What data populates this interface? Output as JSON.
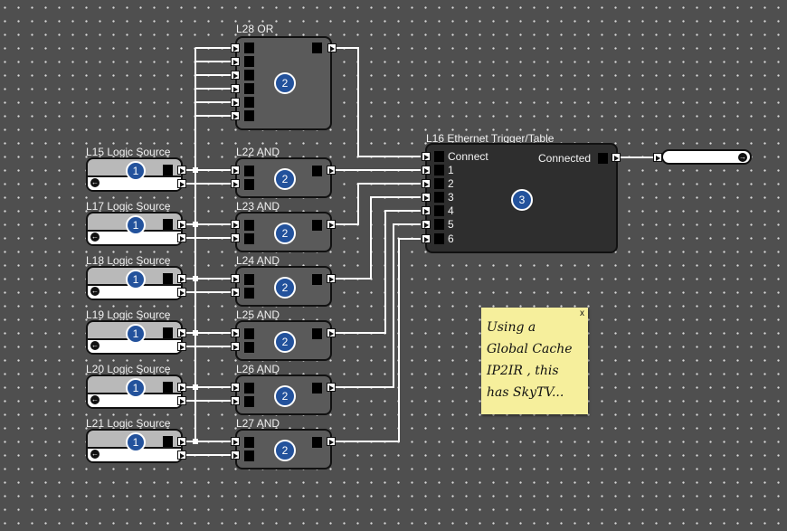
{
  "canvas": {
    "background": "#4f4f4f",
    "grid_dot_color": "#d8d8d8"
  },
  "or_block": {
    "label": "L28  OR",
    "badge": "2",
    "input_count": 6
  },
  "logic_sources": [
    {
      "label": "L15  Logic Source",
      "badge": "1"
    },
    {
      "label": "L17  Logic Source",
      "badge": "1"
    },
    {
      "label": "L18  Logic Source",
      "badge": "1"
    },
    {
      "label": "L19  Logic Source",
      "badge": "1"
    },
    {
      "label": "L20  Logic Source",
      "badge": "1"
    },
    {
      "label": "L21  Logic Source",
      "badge": "1"
    }
  ],
  "and_blocks": [
    {
      "label": "L22  AND",
      "badge": "2"
    },
    {
      "label": "L23  AND",
      "badge": "2"
    },
    {
      "label": "L24  AND",
      "badge": "2"
    },
    {
      "label": "L25  AND",
      "badge": "2"
    },
    {
      "label": "L26  AND",
      "badge": "2"
    },
    {
      "label": "L27  AND",
      "badge": "2"
    }
  ],
  "ethernet_block": {
    "label": "L16  Ethernet Trigger/Table",
    "badge": "3",
    "inputs": [
      "Connect",
      "1",
      "2",
      "3",
      "4",
      "5",
      "6"
    ],
    "output": "Connected"
  },
  "sticky_note": {
    "lines": [
      "Using a",
      "Global Cache",
      "IP2IR , this",
      "has SkyTV..."
    ],
    "close": "x",
    "color": "#f6ef9c"
  },
  "icons": {
    "back": "←",
    "forward": "→"
  },
  "colors": {
    "badge": "#23529c",
    "wire": "#ffffff"
  }
}
